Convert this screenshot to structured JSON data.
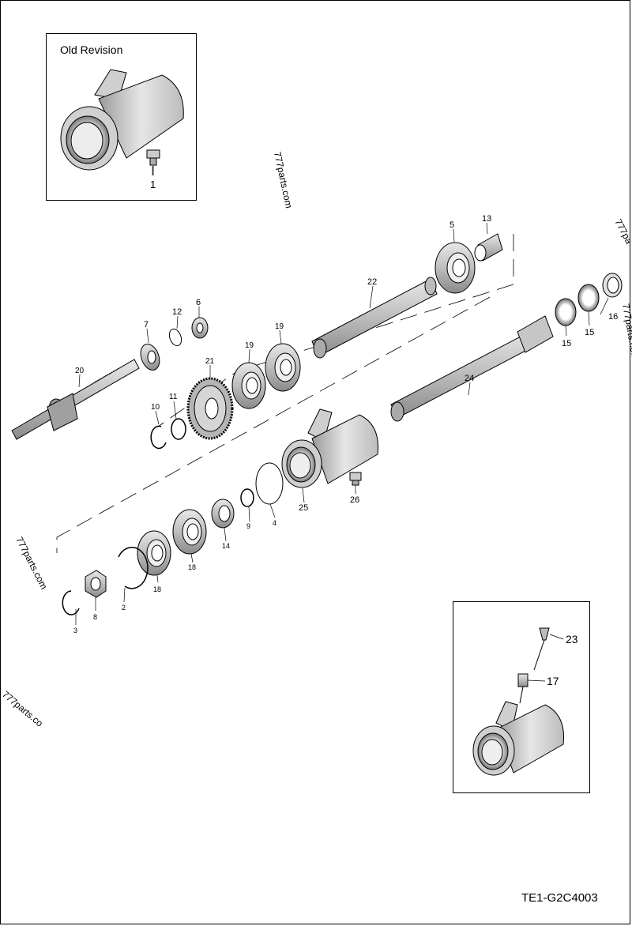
{
  "old_revision": {
    "title": "Old Revision",
    "callout": "1"
  },
  "detail_inset": {
    "callouts": [
      "23",
      "17"
    ]
  },
  "drawing_code": "TE1-G2C4003",
  "watermark": "777parts.com",
  "watermark_partial_right": "777pa",
  "watermark_partial_left": "777parts.co",
  "callouts": [
    "2",
    "3",
    "4",
    "5",
    "6",
    "7",
    "8",
    "9",
    "10",
    "11",
    "12",
    "13",
    "14",
    "15",
    "15",
    "16",
    "17",
    "18",
    "18",
    "19",
    "19",
    "20",
    "21",
    "22",
    "23",
    "24",
    "25",
    "26"
  ],
  "labels": {
    "c5": "5",
    "c13": "13",
    "c22": "22",
    "c12": "12",
    "c6": "6",
    "c7": "7",
    "c19a": "19",
    "c19b": "19",
    "c21": "21",
    "c20": "20",
    "c11": "11",
    "c10": "10",
    "c24": "24",
    "c15a": "15",
    "c15b": "15",
    "c16": "16",
    "c25": "25",
    "c26": "26",
    "c4": "4",
    "c9": "9",
    "c14": "14",
    "c18a": "18",
    "c18b": "18",
    "c2": "2",
    "c8": "8",
    "c3": "3"
  }
}
